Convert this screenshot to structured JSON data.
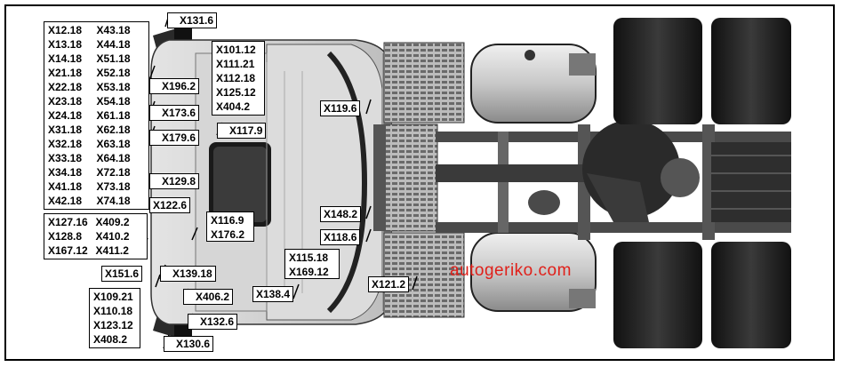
{
  "blocks": {
    "top_left": [
      [
        "X12.18",
        "X43.18"
      ],
      [
        "X13.18",
        "X44.18"
      ],
      [
        "X14.18",
        "X51.18"
      ],
      [
        "X21.18",
        "X52.18"
      ],
      [
        "X22.18",
        "X53.18"
      ],
      [
        "X23.18",
        "X54.18"
      ],
      [
        "X24.18",
        "X61.18"
      ],
      [
        "X31.18",
        "X62.18"
      ],
      [
        "X32.18",
        "X63.18"
      ],
      [
        "X33.18",
        "X64.18"
      ],
      [
        "X34.18",
        "X72.18"
      ],
      [
        "X41.18",
        "X73.18"
      ],
      [
        "X42.18",
        "X74.18"
      ]
    ],
    "mid_left": [
      [
        "X127.16",
        "X409.2"
      ],
      [
        "X128.8",
        "X410.2"
      ],
      [
        "X167.12",
        "X411.2"
      ]
    ],
    "bottom_left": [
      "X109.21",
      "X110.18",
      "X123.12",
      "X408.2"
    ],
    "top_center": [
      "X101.12",
      "X111.21",
      "X112.18",
      "X125.12",
      "X404.2"
    ],
    "x116_group": [
      "X116.9",
      "X176.2"
    ],
    "x115_group": [
      "X115.18",
      "X169.12"
    ]
  },
  "labels": {
    "x131_6": "X131.6",
    "x196_2": "X196.2",
    "x173_6": "X173.6",
    "x179_6": "X179.6",
    "x117_9": "X117.9",
    "x119_6": "X119.6",
    "x129_8": "X129.8",
    "x122_6": "X122.6",
    "x148_2": "X148.2",
    "x118_6": "X118.6",
    "x151_6": "X151.6",
    "x139_18": "X139.18",
    "x121_2": "X121.2",
    "x406_2": "X406.2",
    "x138_4": "X138.4",
    "x132_6": "X132.6",
    "x130_6": "X130.6"
  },
  "watermark": "autogeriko.com",
  "colors": {
    "watermark": "#e0201a",
    "frame": "#000000"
  }
}
